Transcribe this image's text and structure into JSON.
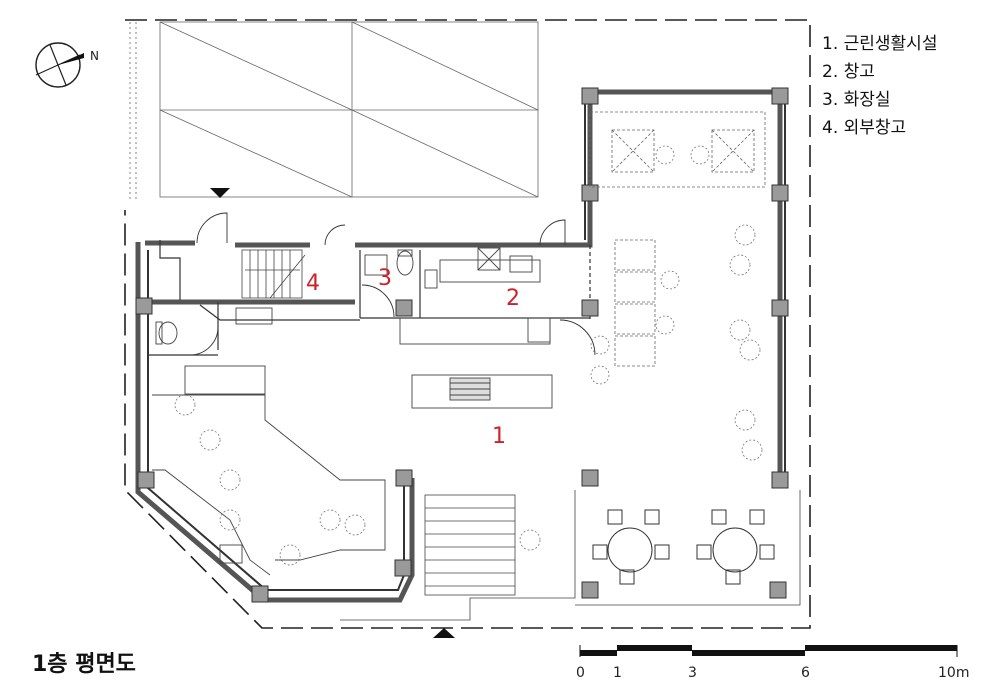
{
  "title": "1층 평면도",
  "legend": [
    "1. 근린생활시설",
    "2. 창고",
    "3. 화장실",
    "4. 외부창고"
  ],
  "room_labels": {
    "r1": "1",
    "r2": "2",
    "r3": "3",
    "r4": "4"
  },
  "scale_bar": {
    "ticks": [
      "0",
      "1",
      "3",
      "6",
      "10m"
    ]
  },
  "north_label": "N",
  "colors": {
    "wall": "#555555",
    "column": "#9a9a9a",
    "room_label": "#d0202a",
    "line": "#222222"
  }
}
